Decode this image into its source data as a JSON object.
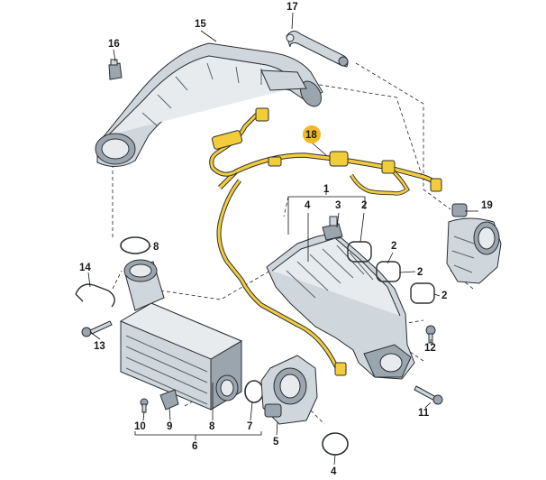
{
  "callouts": {
    "c1": "1",
    "c2a": "2",
    "c2b": "2",
    "c2c": "2",
    "c2d": "2",
    "c3": "3",
    "c4a": "4",
    "c4b": "4",
    "c5": "5",
    "c6": "6",
    "c7": "7",
    "c8a": "8",
    "c8b": "8",
    "c9": "9",
    "c10": "10",
    "c11": "11",
    "c12": "12",
    "c13": "13",
    "c14": "14",
    "c15": "15",
    "c16": "16",
    "c17": "17",
    "c18": "18",
    "c19": "19"
  },
  "colors": {
    "highlight_badge": "#f2b82b",
    "wiring_harness": "#f3cc3a",
    "part_fill": "#cfd6dc",
    "line": "#2b2f33"
  }
}
